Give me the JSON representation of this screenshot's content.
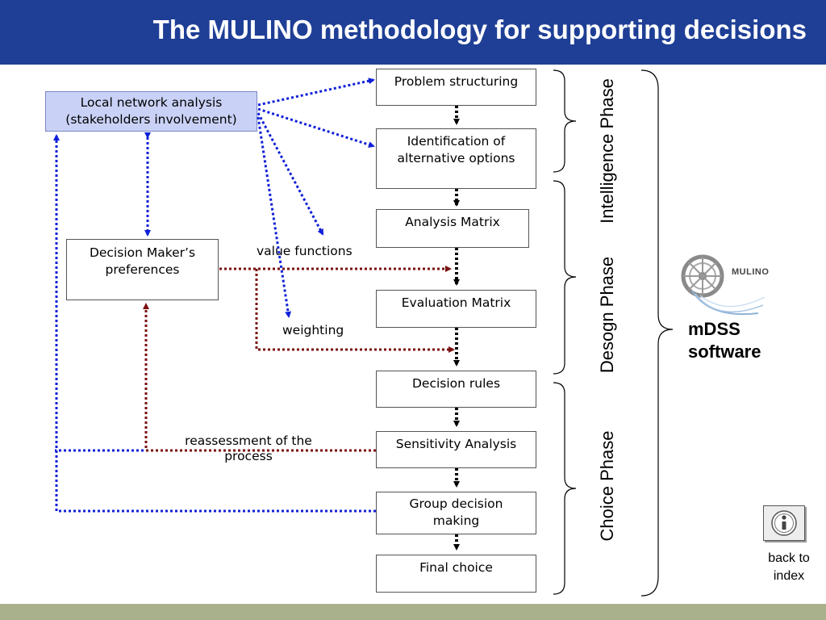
{
  "title": "The MULINO methodology for supporting decisions",
  "boxes": {
    "local_network": "Local network analysis\n(stakeholders involvement)",
    "dm_preferences": "Decision Maker’s\npreferences",
    "problem_structuring": "Problem structuring",
    "identification": "Identification of\nalternative options",
    "analysis_matrix": "Analysis Matrix",
    "evaluation_matrix": "Evaluation Matrix",
    "decision_rules": "Decision rules",
    "sensitivity": "Sensitivity Analysis",
    "group_decision": "Group decision\nmaking",
    "final_choice": "Final choice"
  },
  "labels": {
    "value_functions": "value functions",
    "weighting": "weighting",
    "reassessment": "reassessment of the\nprocess"
  },
  "phases": {
    "intelligence": "Intelligence Phase",
    "design": "Desogn Phase",
    "choice": "Choice Phase"
  },
  "software": {
    "logo_text": "MULINO",
    "label": "mDSS\nsoftware"
  },
  "navigation": {
    "back_to_index": "back to\nindex"
  },
  "colors": {
    "title_bar": "#1f3f96",
    "stakeholder_arrows": "#1020d8",
    "preference_arrows": "#7a1010",
    "flow_arrows": "#000000",
    "bottom_bar": "#a9b08c",
    "local_network_fill": "#c9d2f6"
  }
}
